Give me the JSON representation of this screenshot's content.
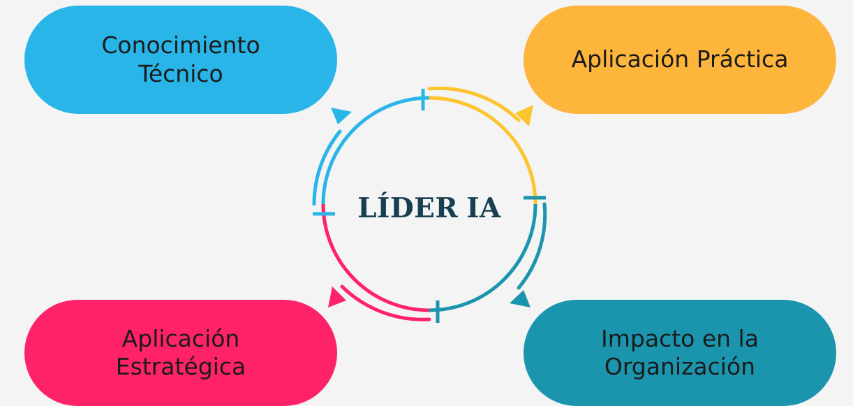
{
  "colors": {
    "blue": "#29b5e8",
    "yellow": "#fdb53c",
    "teal": "#1a95ad",
    "pink": "#fe2369",
    "arrow_yellow": "#fcc52e",
    "logo": "#173f4f",
    "background": "#f4f4f4"
  },
  "center": {
    "logo_text": "LÍDER",
    "logo_mark": "IA"
  },
  "stages": [
    {
      "lines": [
        "Conocimiento",
        "Técnico"
      ],
      "color": "#29b5e8"
    },
    {
      "lines": [
        "Aplicación Práctica"
      ],
      "color": "#fdb53c"
    },
    {
      "lines": [
        "Impacto en la",
        "Organización"
      ],
      "color": "#1a95ad"
    },
    {
      "lines": [
        "Aplicación",
        "Estratégica"
      ],
      "color": "#fe2369"
    }
  ]
}
